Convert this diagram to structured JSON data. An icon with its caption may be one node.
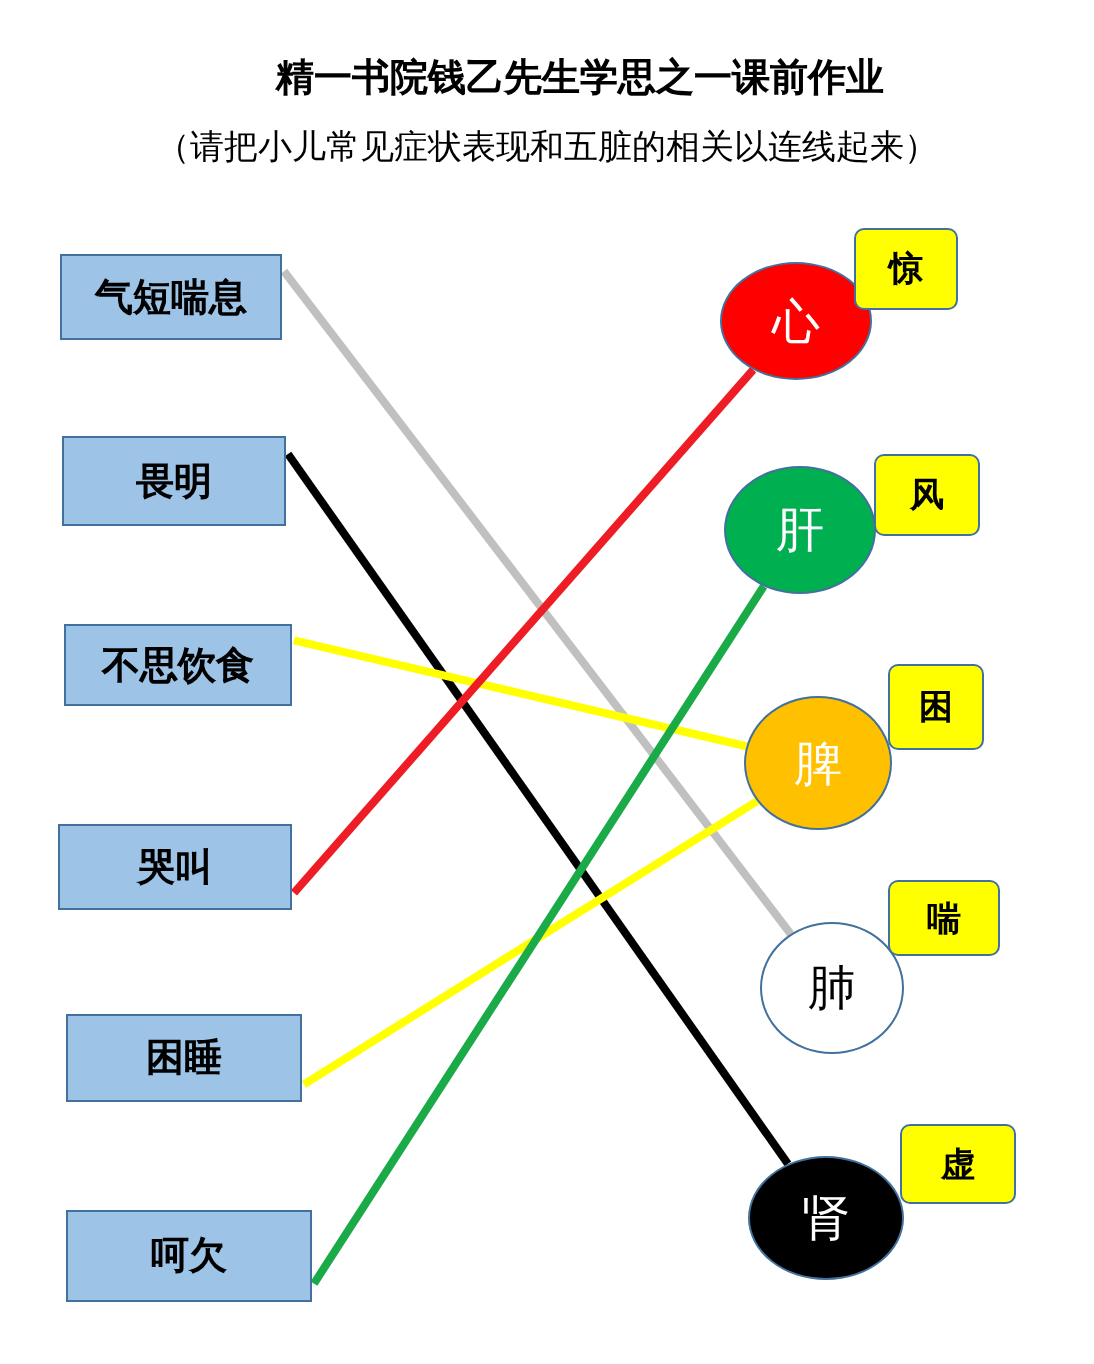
{
  "diagram": {
    "title": "精一书院钱乙先生学思之一课前作业",
    "nodes": [
      {
        "text": [
          "气短喘息"
        ]
      },
      {
        "text": [
          "畏明"
        ]
      },
      {
        "text": [
          "不思饮食"
        ]
      },
      {
        "text": [
          "哭叫"
        ]
      },
      {
        "text": [
          "困睡"
        ]
      },
      {
        "text": [
          "呵欠"
        ]
      },
      {
        "text": [
          "心"
        ]
      },
      {
        "text": [
          "肝"
        ]
      },
      {
        "text": [
          "脾"
        ]
      },
      {
        "text": [
          "肺"
        ]
      },
      {
        "text": [
          "肾"
        ]
      },
      {
        "text": [
          "惊"
        ]
      },
      {
        "text": [
          "风"
        ]
      },
      {
        "text": [
          "困"
        ]
      },
      {
        "text": [
          "喘"
        ]
      },
      {
        "text": [
          "虚"
        ]
      }
    ],
    "edges": [
      {
        "from": 0,
        "to": 9,
        "arrow": "none",
        "color": "#c0c0c0"
      },
      {
        "from": 1,
        "to": 10,
        "arrow": "none",
        "color": "#000000"
      },
      {
        "from": 2,
        "to": 8,
        "arrow": "none",
        "color": "#ffff00"
      },
      {
        "from": 3,
        "to": 6,
        "arrow": "none",
        "color": "#ee1c25"
      },
      {
        "from": 4,
        "to": 8,
        "arrow": "none",
        "color": "#ffff00"
      },
      {
        "from": 5,
        "to": 7,
        "arrow": "none",
        "color": "#1aaa48"
      }
    ],
    "labels": [
      "（请把小儿常见症状表现和五脏的相关以连线起来）"
    ]
  }
}
